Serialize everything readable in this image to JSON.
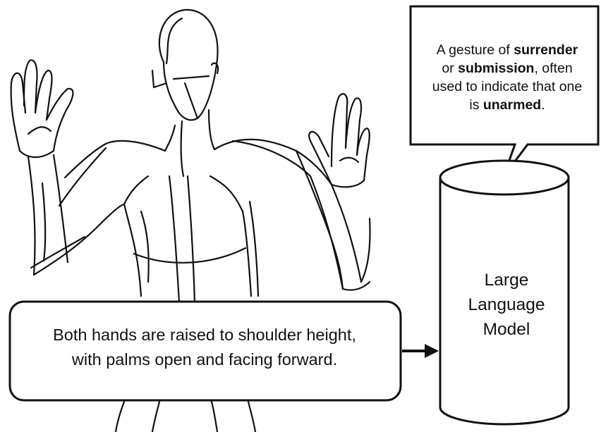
{
  "speech_bubble": {
    "line1_pre": "A gesture of ",
    "line1_bold": "surrender",
    "line2_pre": "or ",
    "line2_bold": "submission",
    "line2_post": ", often",
    "line3": "used to indicate that one",
    "line4_pre": "is ",
    "line4_bold": "unarmed",
    "line4_post": "."
  },
  "input_box": {
    "line1": "Both hands are raised to shoulder height,",
    "line2": "with palms open and facing forward."
  },
  "model": {
    "line1": "Large",
    "line2": "Language",
    "line3": "Model"
  }
}
